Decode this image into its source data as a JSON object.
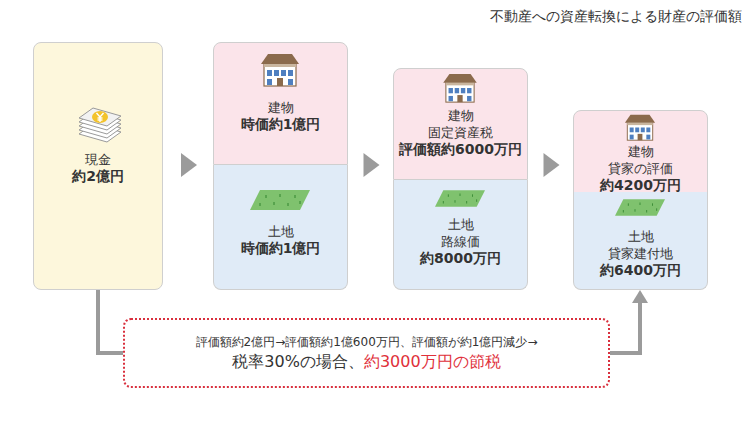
{
  "diagram": {
    "title": "不動産への資産転換による財産の評価額",
    "nodes": [
      {
        "text": [
          "現金",
          "約2億円"
        ]
      },
      {
        "text": [
          "建物",
          "時価約1億円"
        ]
      },
      {
        "text": [
          "土地",
          "時価約1億円"
        ]
      },
      {
        "text": [
          "建物",
          "固定資産税",
          "評価額約6000万円"
        ]
      },
      {
        "text": [
          "土地",
          "路線価",
          "約8000万円"
        ]
      },
      {
        "text": [
          "建物",
          "貸家の評価",
          "約4200万円"
        ]
      },
      {
        "text": [
          "土地",
          "貸家建付地",
          "約6400万円"
        ]
      },
      {
        "text": [
          "評価額約2億円→評価額約1億600万円、評価額が約1億円減少→",
          "税率30%の場合、",
          "約3000万円の節税"
        ]
      }
    ],
    "edges": [
      {
        "from": 0,
        "to": 1,
        "arrow": "to"
      },
      {
        "from": 1,
        "to": 3,
        "arrow": "to"
      },
      {
        "from": 3,
        "to": 5,
        "arrow": "to"
      },
      {
        "from": 0,
        "to": 7,
        "arrow": "none"
      },
      {
        "from": 7,
        "to": 6,
        "arrow": "to"
      }
    ]
  }
}
